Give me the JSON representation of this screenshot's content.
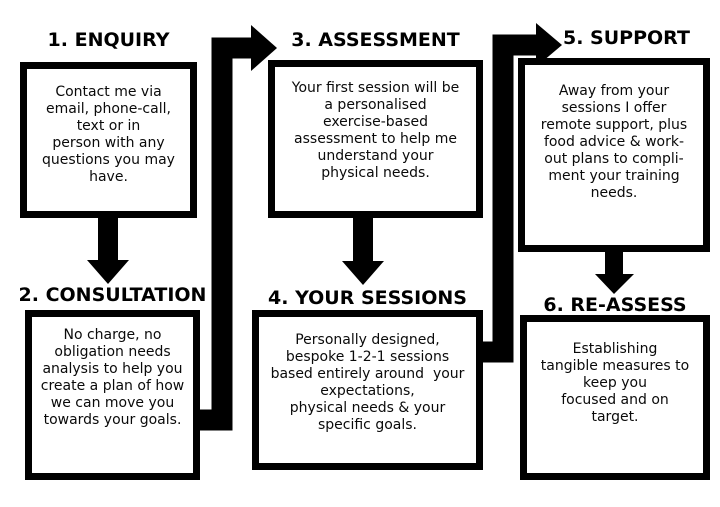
{
  "diagram": {
    "type": "flowchart",
    "colors": {
      "background": "#ffffff",
      "ink": "#000000",
      "box_fill": "#ffffff"
    },
    "steps": [
      {
        "title": "1. ENQUIRY",
        "body": "Contact me via\nemail, phone-call,\ntext or in\nperson with any\nquestions you may\nhave."
      },
      {
        "title": "2. CONSULTATION",
        "body": "No charge, no\nobligation needs\nanalysis to help you\ncreate a plan of how\nwe can move you\ntowards your goals."
      },
      {
        "title": "3. ASSESSMENT",
        "body": "Your first session will be\na personalised\nexercise-based\nassessment to help me\nunderstand your\nphysical needs."
      },
      {
        "title": "4. YOUR SESSIONS",
        "body": "Personally designed,\nbespoke 1-2-1 sessions\nbased entirely around  your\nexpectations,\nphysical needs & your\nspecific goals."
      },
      {
        "title": "5. SUPPORT",
        "body": "Away from your\nsessions I offer\nremote support, plus\nfood advice & work-\nout plans to compli-\nment your training\nneeds."
      },
      {
        "title": "6. RE-ASSESS",
        "body": "Establishing\ntangible measures to\nkeep you\nfocused and on\ntarget."
      }
    ],
    "connectors": [
      {
        "from": "1. ENQUIRY",
        "to": "2. CONSULTATION",
        "shape": "down-arrow"
      },
      {
        "from": "2. CONSULTATION",
        "to": "3. ASSESSMENT",
        "shape": "elbow-up-right-arrow"
      },
      {
        "from": "3. ASSESSMENT",
        "to": "4. YOUR SESSIONS",
        "shape": "down-arrow"
      },
      {
        "from": "4. YOUR SESSIONS",
        "to": "5. SUPPORT",
        "shape": "elbow-up-right-arrow"
      },
      {
        "from": "5. SUPPORT",
        "to": "6. RE-ASSESS",
        "shape": "down-arrow"
      }
    ]
  }
}
